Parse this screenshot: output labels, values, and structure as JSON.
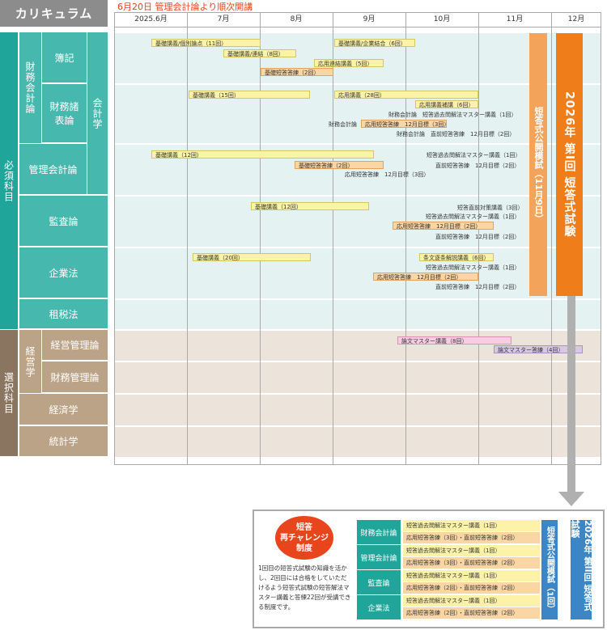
{
  "title": "カリキュラム",
  "subtitle": "6月20日 管理会計論より順次開講",
  "months": [
    "2025.6月",
    "7月",
    "8月",
    "9月",
    "10月",
    "11月",
    "12月"
  ],
  "groups": {
    "required": "必須科目",
    "elective": "選択科目",
    "financial": "財務会計論",
    "accounting": "会計学",
    "management_sub": "経営学"
  },
  "subjects": {
    "boki": "簿記",
    "zaimu": "財務諸表論",
    "kanri": "管理会計論",
    "kansa": "監査論",
    "kigyo": "企業法",
    "sozei": "租税法",
    "keiei_kanri": "経営管理論",
    "zaimu_kanri": "財務管理論",
    "keizai": "経済学",
    "tokei": "統計学"
  },
  "bars": {
    "boki": [
      "基礎講義/個別論点（11回）",
      "基礎講義/企業結合（6回）",
      "基礎講義/連結（8回）",
      "応用連結講義（5回）",
      "基礎短答答練（2回）"
    ],
    "zaimu": [
      "基礎講義（15回）",
      "応用講義（28回）",
      "応用講義補講（6回）",
      "財務会計論　短答過去問解法マスター講義（1回）",
      "財務会計論",
      "応用短答答練　12月目標（3回）",
      "財務会計論　直前短答答練　12月目標（2回）"
    ],
    "kanri": [
      "基礎講義（12回）",
      "短答過去問解法マスター講義（1回）",
      "基礎短答答練（2回）",
      "直前短答答練　12月目標（2回）",
      "応用短答答練　12月目標（3回）"
    ],
    "kansa": [
      "基礎講義（12回）",
      "短答直前対策講義（3回）",
      "短答過去問解法マスター講義（1回）",
      "応用短答答練　12月目標（2回）",
      "直前短答答練　12月目標（2回）"
    ],
    "kigyo": [
      "基礎講義（20回）",
      "条文逐条解説講義（6回）",
      "短答過去問解法マスター講義（1回）",
      "応用短答答練　12月目標（2回）",
      "直前短答答練　12月目標（2回）"
    ],
    "keiei": [
      "論文マスター講義（8回）",
      "論文マスター答練（4回）"
    ]
  },
  "mock_exam": "短答式公開模試（11月9日）",
  "exam": "2026年 第I回 短答式試験",
  "retry": {
    "circle": [
      "短答",
      "再チャレンジ",
      "制度"
    ],
    "description": "1回目の短答式試験の知識を活かし、2回目には合格をしていただけるよう短答式試験の短答解法マスター講義と答練22回が受講できる制度です。",
    "subjects": [
      {
        "name": "財務会計論",
        "items": [
          "短答過去問解法マスター講義（1回）",
          "応用短答答練（3回）・直前短答答練（2回）"
        ]
      },
      {
        "name": "管理会計論",
        "items": [
          "短答過去問解法マスター講義（1回）",
          "応用短答答練（3回）・直前短答答練（2回）"
        ]
      },
      {
        "name": "監査論",
        "items": [
          "短答過去問解法マスター講義（1回）",
          "応用短答答練（2回）・直前短答答練（2回）"
        ]
      },
      {
        "name": "企業法",
        "items": [
          "短答過去問解法マスター講義（1回）",
          "応用短答答練（2回）・直前短答答練（2回）"
        ]
      }
    ],
    "mock": "短答式公開模試（1回）",
    "exam": "2026年 第II回 短答式試験"
  },
  "colors": {
    "teal": "#20a59a",
    "teal_light": "#47b8ad",
    "brown": "#8a7560",
    "brown_light": "#bba387",
    "orange": "#ef7d1a",
    "orange_light": "#f4a45a",
    "blue": "#3d86c6"
  }
}
